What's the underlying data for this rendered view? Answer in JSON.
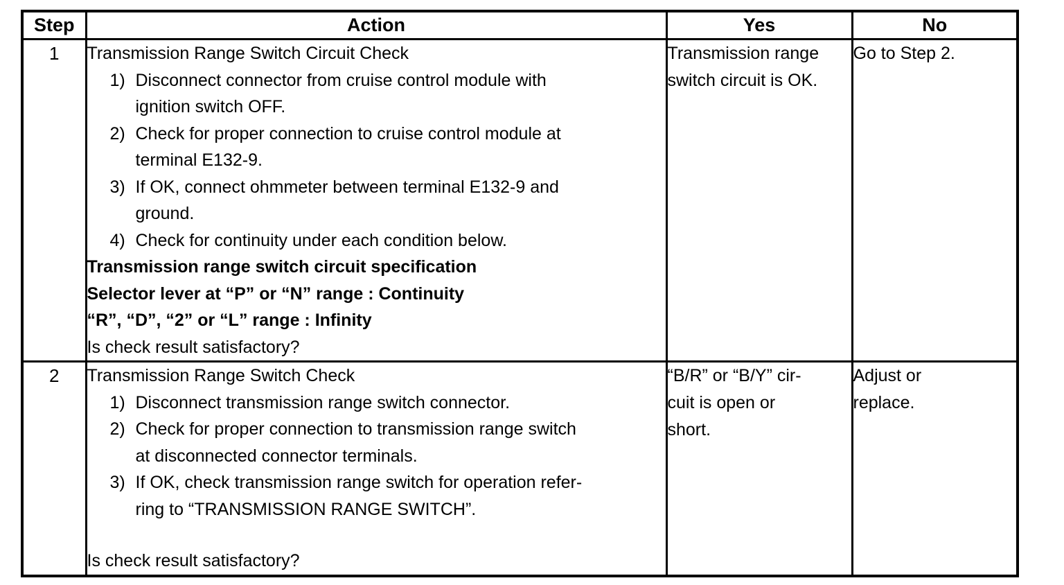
{
  "table": {
    "headers": {
      "step": "Step",
      "action": "Action",
      "yes": "Yes",
      "no": "No"
    },
    "rows": [
      {
        "step": "1",
        "action": {
          "title": "Transmission Range Switch Circuit Check",
          "items": [
            {
              "num": "1)",
              "lines": [
                "Disconnect connector from cruise control module with",
                "ignition switch OFF."
              ]
            },
            {
              "num": "2)",
              "lines": [
                "Check for proper connection to cruise control module at",
                "terminal E132-9."
              ]
            },
            {
              "num": "3)",
              "lines": [
                "If OK, connect ohmmeter between terminal E132-9 and",
                "ground."
              ]
            },
            {
              "num": "4)",
              "lines": [
                "Check for continuity under each condition below."
              ]
            }
          ],
          "spec_lines": [
            "Transmission range switch circuit specification",
            "Selector lever at “P” or “N” range : Continuity",
            "“R”, “D”, “2” or “L” range : Infinity"
          ],
          "question": "Is check result satisfactory?"
        },
        "yes_lines": [
          "Transmission range",
          "switch circuit is OK."
        ],
        "no_lines": [
          "Go to Step 2."
        ]
      },
      {
        "step": "2",
        "action": {
          "title": "Transmission Range Switch Check",
          "items": [
            {
              "num": "1)",
              "lines": [
                "Disconnect transmission range switch connector."
              ]
            },
            {
              "num": "2)",
              "lines": [
                "Check for proper connection to transmission range switch",
                "at disconnected connector terminals."
              ]
            },
            {
              "num": "3)",
              "lines": [
                "If OK, check transmission range switch for operation refer-",
                "ring to “TRANSMISSION RANGE SWITCH”."
              ]
            }
          ],
          "question": "Is check result satisfactory?"
        },
        "yes_lines": [
          "“B/R” or “B/Y” cir-",
          "cuit is open or",
          "short."
        ],
        "no_lines": [
          "Adjust or",
          "replace."
        ]
      }
    ]
  }
}
